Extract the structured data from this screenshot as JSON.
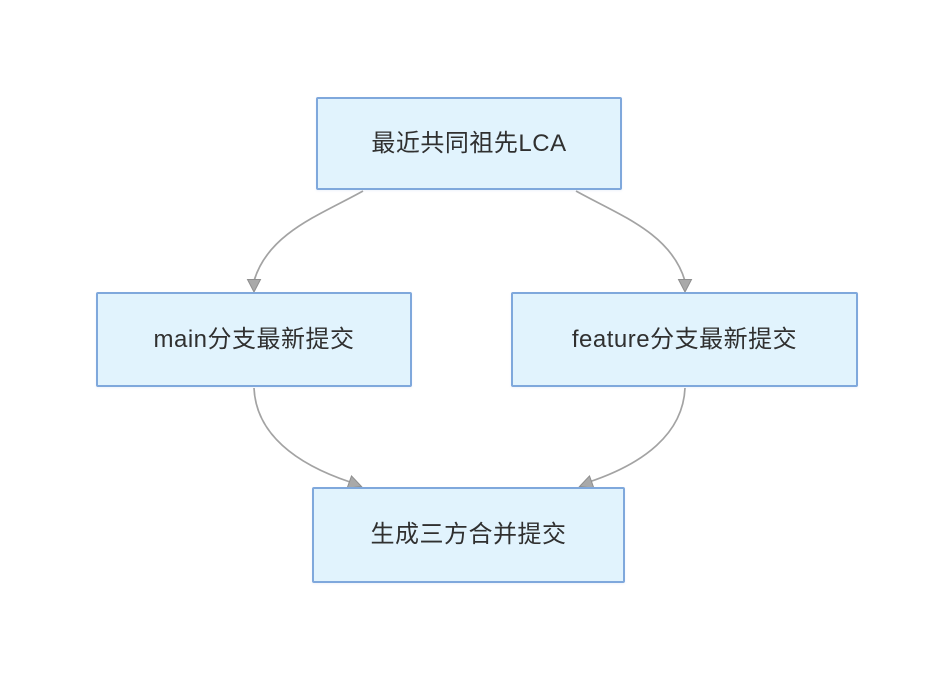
{
  "diagram": {
    "type": "flowchart",
    "colors": {
      "canvas_bg": "#ffffff",
      "node_fill": "#e1f3fd",
      "node_border": "#7fa8dc",
      "text_color": "#303030",
      "arrow_color": "#a3a3a3",
      "arrowhead_fill": "#a9a9a9",
      "arrowhead_stroke": "#8f8f8f"
    },
    "nodes": [
      {
        "id": "lca",
        "label": "最近共同祖先LCA"
      },
      {
        "id": "main",
        "label": "main分支最新提交"
      },
      {
        "id": "feature",
        "label": "feature分支最新提交"
      },
      {
        "id": "merge",
        "label": "生成三方合并提交"
      }
    ],
    "edges": [
      {
        "from": "lca",
        "to": "main",
        "style": "curved-arrow"
      },
      {
        "from": "lca",
        "to": "feature",
        "style": "curved-arrow"
      },
      {
        "from": "main",
        "to": "merge",
        "style": "curved-arrow"
      },
      {
        "from": "feature",
        "to": "merge",
        "style": "curved-arrow"
      }
    ]
  }
}
